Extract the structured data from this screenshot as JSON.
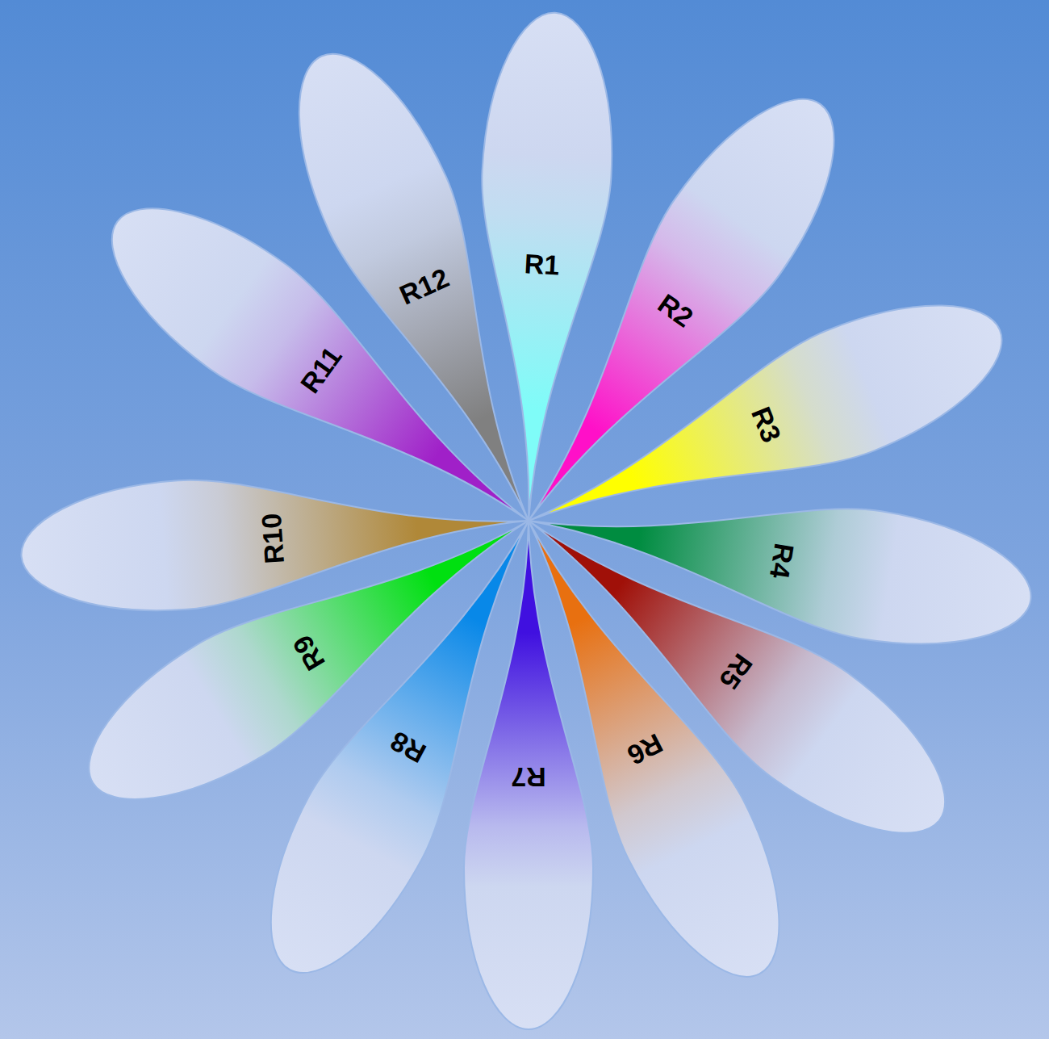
{
  "diagram": {
    "nodes": [
      {
        "text": [
          "R1"
        ]
      },
      {
        "text": [
          "R2"
        ]
      },
      {
        "text": [
          "R3"
        ]
      },
      {
        "text": [
          "R4"
        ]
      },
      {
        "text": [
          "R5"
        ]
      },
      {
        "text": [
          "R6"
        ]
      },
      {
        "text": [
          "R7"
        ]
      },
      {
        "text": [
          "R8"
        ]
      },
      {
        "text": [
          "R9"
        ]
      },
      {
        "text": [
          "R10"
        ]
      },
      {
        "text": [
          "R11"
        ]
      },
      {
        "text": [
          "R12"
        ]
      }
    ]
  }
}
